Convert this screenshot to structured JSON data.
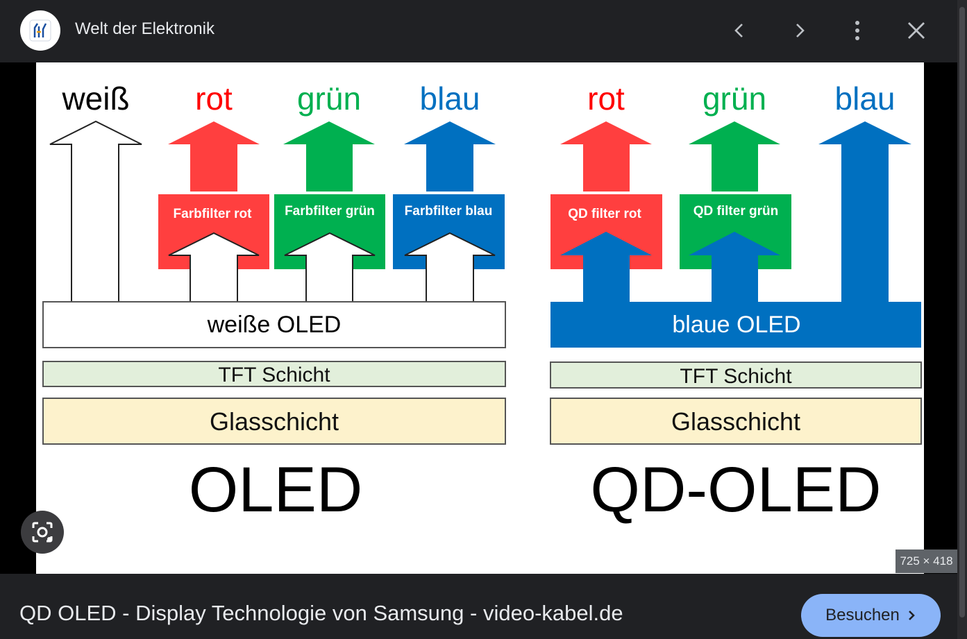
{
  "header": {
    "site_name": "Welt der Elektronik",
    "logo_icon": "site-logo-icon",
    "prev_icon": "chevron-left-icon",
    "next_icon": "chevron-right-icon",
    "more_icon": "more-vert-icon",
    "close_icon": "close-icon"
  },
  "image": {
    "dimensions_label": "725 × 418",
    "lens_icon": "lens-search-icon",
    "oled": {
      "colors": [
        "weiß",
        "rot",
        "grün",
        "blau"
      ],
      "filters": [
        "Farbfilter rot",
        "Farbfilter grün",
        "Farbfilter blau"
      ],
      "emitter": "weiße OLED",
      "tft": "TFT Schicht",
      "glass": "Glasschicht",
      "title": "OLED"
    },
    "qdoled": {
      "colors": [
        "rot",
        "grün",
        "blau"
      ],
      "filters": [
        "QD filter rot",
        "QD filter grün"
      ],
      "emitter": "blaue OLED",
      "tft": "TFT Schicht",
      "glass": "Glasschicht",
      "title": "QD-OLED"
    },
    "palette": {
      "red": "#ff3f3f",
      "green": "#00b050",
      "blue": "#0070c0",
      "tft": "#e2efdb",
      "glass": "#fdf2cc"
    }
  },
  "footer": {
    "title": "QD OLED - Display Technologie von Samsung - video-kabel.de",
    "visit_label": "Besuchen",
    "visit_icon": "chevron-right-icon"
  }
}
